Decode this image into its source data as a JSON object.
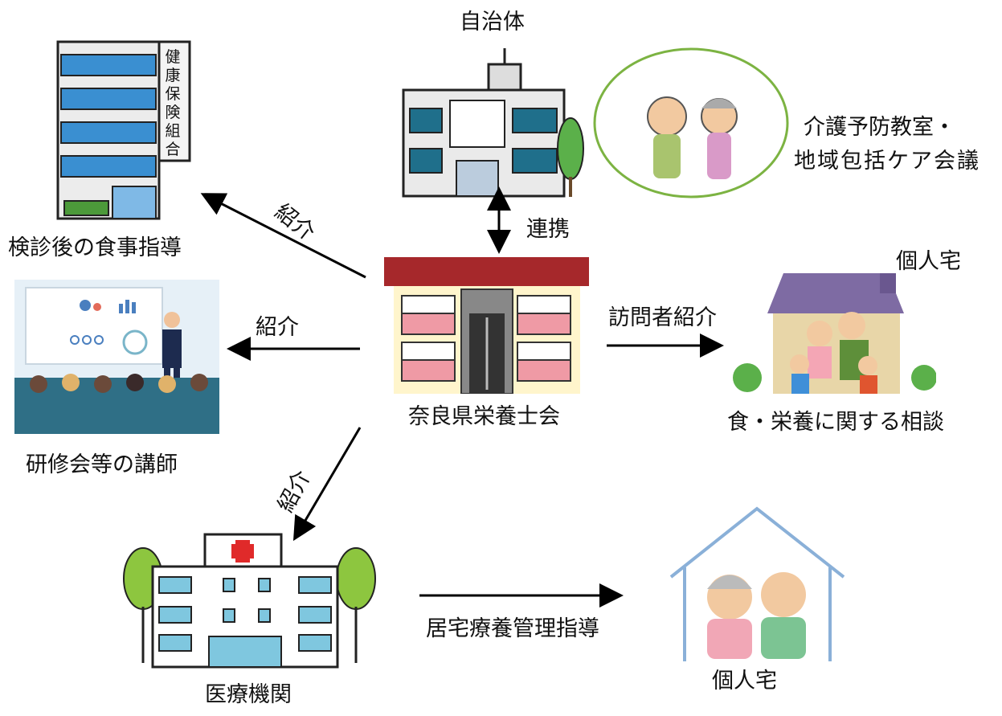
{
  "nodes": {
    "municipality": "自治体",
    "care_prevention_line1": "介護予防教室・",
    "care_prevention_line2": "地域包括ケア会議",
    "insurance_sign": "健康保険組合",
    "checkup_guidance": "検診後の食事指導",
    "seminar_lecturer": "研修会等の講師",
    "nara_association": "奈良県栄養士会",
    "private_home_top": "個人宅",
    "food_nutrition_consult": "食・栄養に関する相談",
    "medical_institution": "医療機関",
    "private_home_bottom": "個人宅"
  },
  "edges": {
    "cooperation": "連携",
    "referral_to_insurance": "紹介",
    "referral_to_seminar": "紹介",
    "referral_to_medical": "紹介",
    "visitor_referral": "訪問者紹介",
    "home_care_guidance": "居宅療養管理指導"
  }
}
